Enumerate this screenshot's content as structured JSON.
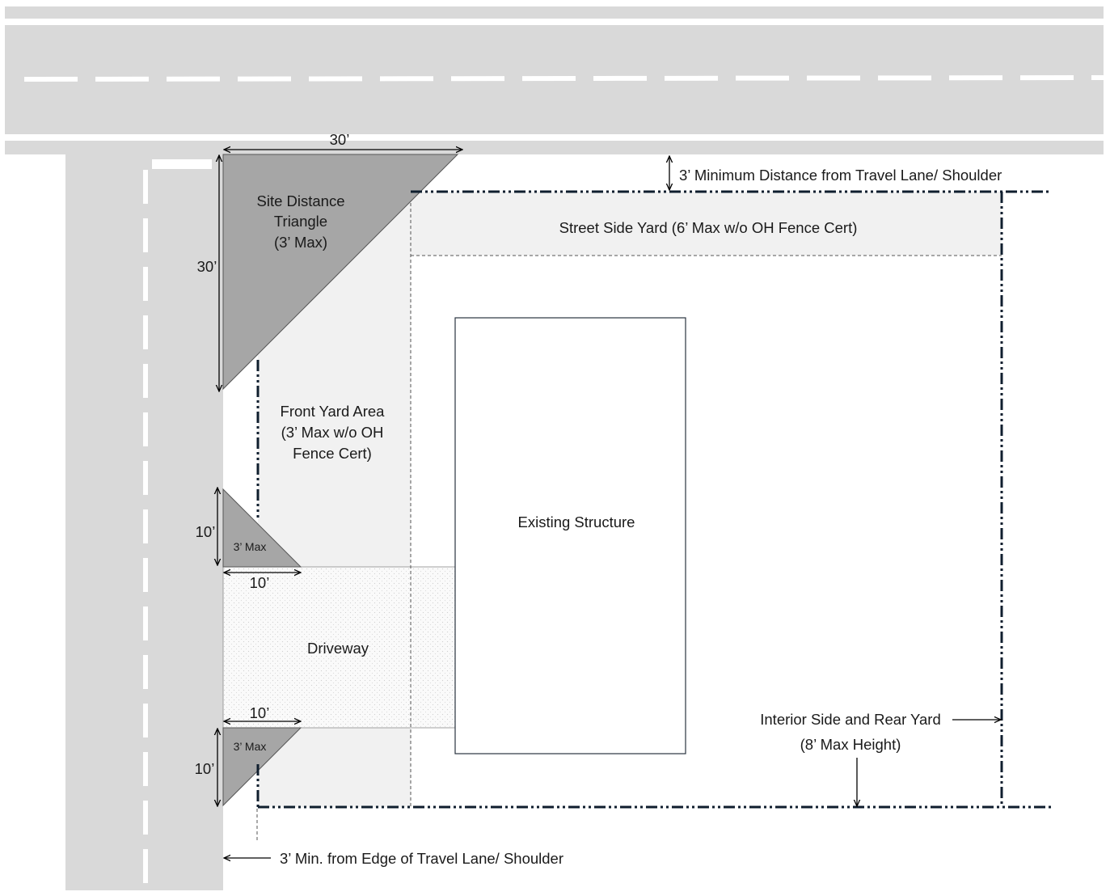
{
  "colors": {
    "road": "#d9d9d9",
    "lane_marking": "#ffffff",
    "yard_shade": "#f1f1f1",
    "triangle_fill": "#a6a6a6",
    "property_line": "#0f1e2e",
    "text": "#1a1a1a"
  },
  "labels": {
    "top_triangle_width": "30’",
    "top_triangle_height": "30’",
    "sight_triangle_line1": "Site Distance",
    "sight_triangle_line2": "Triangle",
    "sight_triangle_line3": "(3’ Max)",
    "street_side_yard": "Street Side Yard (6’ Max w/o OH Fence Cert)",
    "min_distance_top": "3’ Minimum Distance from Travel Lane/ Shoulder",
    "front_yard_line1": "Front Yard Area",
    "front_yard_line2": "(3’ Max w/o OH",
    "front_yard_line3": "Fence Cert)",
    "existing_structure": "Existing Structure",
    "upper_drive_triangle_height": "10’",
    "upper_drive_triangle_width": "10’",
    "upper_drive_triangle_max": "3’ Max",
    "driveway": "Driveway",
    "lower_drive_triangle_width": "10’",
    "lower_drive_triangle_height": "10’",
    "lower_drive_triangle_max": "3’ Max",
    "interior_yard_line1": "Interior Side and Rear Yard",
    "interior_yard_line2": "(8’ Max Height)",
    "min_distance_bottom": "3’ Min. from Edge of Travel Lane/ Shoulder"
  }
}
